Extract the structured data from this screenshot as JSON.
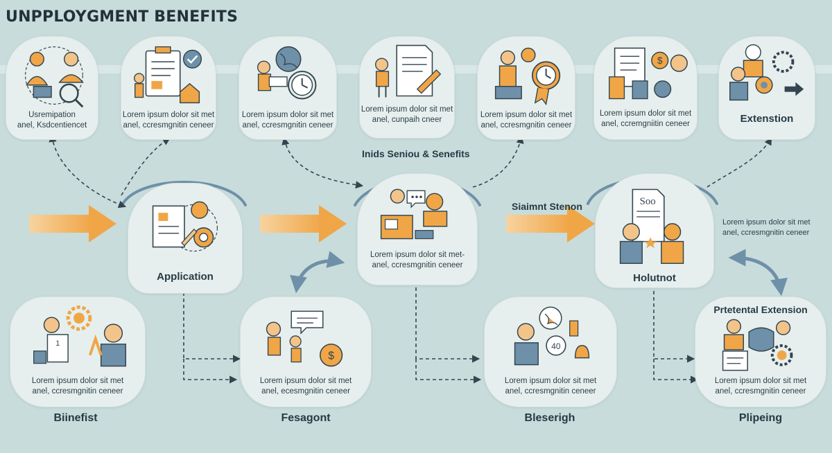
{
  "title": "UNPPLOYGMENT BENEFITS",
  "top_cards": [
    {
      "caption1": "Usremipation",
      "caption2": "anel, Ksdcentiencet",
      "icon": "people-search-icon"
    },
    {
      "caption1": "Lorem ipsum dolor sit met",
      "caption2": "anel, ccresmgnitin ceneer",
      "icon": "clipboard-check-icon"
    },
    {
      "caption1": "Lorem ipsum dolor sit met",
      "caption2": "anel, ccresmgnitin ceneer",
      "icon": "globe-clock-icon"
    },
    {
      "caption1": "Lorem ipsum dolor sit met",
      "caption2": "anel, cunpaih cneer",
      "icon": "document-sign-icon"
    },
    {
      "caption1": "Lorem ipsum dolor sit met",
      "caption2": "anel, ccresmgnitin ceneer",
      "icon": "award-clock-icon"
    },
    {
      "caption1": "Lorem ipsum dolor sit met",
      "caption2": "anel, ccremgniitin ceneer",
      "icon": "money-document-icon"
    },
    {
      "label": "Extenstion",
      "icon": "team-gear-icon"
    }
  ],
  "middle_cards": [
    {
      "label": "Application",
      "icon": "application-form-icon"
    },
    {
      "caption1": "Lorem ipsum dolor sit met-",
      "caption2": "anel, ccresmgnitin ceneer",
      "icon": "consultation-icon"
    },
    {
      "label": "Holutnot",
      "icon": "interview-icon"
    }
  ],
  "mid_labels": {
    "session": "Inids Seniou & Senefits",
    "statement": "Siaimnt Stenon",
    "right_caption1": "Lorem ipsum dolor sit met",
    "right_caption2": "anel, ccresmgnitin ceneer"
  },
  "bottom_cards": [
    {
      "caption1": "Lorem ipsum dolor sit met",
      "caption2": "anel, ccresmgnitin ceneer",
      "label": "Biinefist",
      "icon": "benefit-growth-icon"
    },
    {
      "caption1": "Lorem ipsum dolor sit met",
      "caption2": "anel, ecesmgnitin ceneer",
      "label": "Fesagont",
      "icon": "payment-chat-icon"
    },
    {
      "caption1": "Lorem ipsum dolor sit met",
      "caption2": "anel, ccresmgnitin ceneer",
      "label": "Bleserigh",
      "icon": "speech-money-icon"
    },
    {
      "title": "Prtetental Extension",
      "caption1": "Lorem ipsum dolor sit met",
      "caption2": "anel, ccresmgnitin ceneer",
      "label": "Plipeing",
      "icon": "extension-people-icon"
    }
  ],
  "colors": {
    "background": "#c8dcdb",
    "card": "#e6efee",
    "orange": "#f0a647",
    "blue": "#6e90a8",
    "line": "#34454f"
  }
}
